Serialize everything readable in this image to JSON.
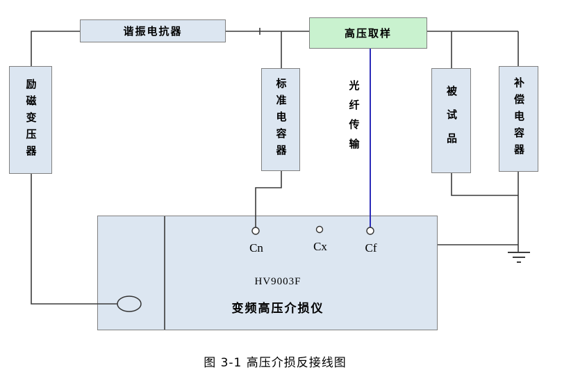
{
  "caption": "图 3-1 高压介损反接线图",
  "components": {
    "resonant_reactor": "谐振电抗器",
    "hv_sampling": "高压取样",
    "excitation_transformer": "励磁变压器",
    "standard_capacitor": "标准电容器",
    "fiber_transmission": "光纤传输",
    "test_object": "被试品",
    "compensation_capacitor": "补偿电容器"
  },
  "instrument": {
    "model": "HV9003F",
    "name": "变频高压介损仪",
    "terminals": [
      "Cn",
      "Cx",
      "Cf"
    ]
  },
  "colors": {
    "component_fill": "#dce6f1",
    "component_border": "#7f7f7f",
    "sampling_fill": "#c9f2cf",
    "wire": "#3a3a3a",
    "fiber_wire": "#2a2ab8"
  }
}
